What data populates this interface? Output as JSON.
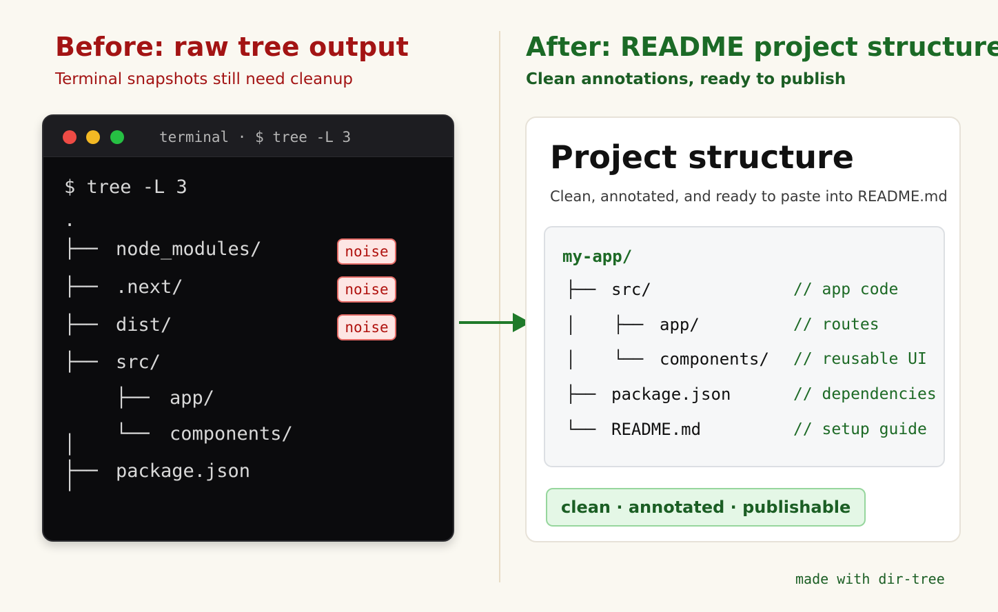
{
  "left": {
    "title": "Before: raw tree output",
    "subtitle": "Terminal snapshots still need cleanup"
  },
  "right": {
    "title": "After: README project structure",
    "subtitle": "Clean annotations, ready to publish"
  },
  "terminal": {
    "window_title": "terminal · $ tree -L 3",
    "command": "$ tree -L 3",
    "root": ".",
    "noise_label": "noise",
    "entries": [
      {
        "branch": "├──",
        "name": "node_modules/",
        "noise": true
      },
      {
        "branch": "├──",
        "name": ".next/",
        "noise": true
      },
      {
        "branch": "├──",
        "name": "dist/",
        "noise": true
      },
      {
        "branch": "├──",
        "name": "src/",
        "noise": false
      },
      {
        "branch": "├──",
        "name": "app/",
        "noise": false
      },
      {
        "branch": "└──",
        "name": "components/",
        "noise": false
      },
      {
        "branch": "└──",
        "name": "package.json",
        "noise": false
      }
    ]
  },
  "card": {
    "title": "Project structure",
    "subtitle": "Clean, annotated, and ready to paste into README.md",
    "root": "my-app/",
    "entries": [
      {
        "branch": "├──",
        "name": "src/",
        "comment": "// app code"
      },
      {
        "branch": "├──",
        "name": "app/",
        "comment": "// routes"
      },
      {
        "branch": "└──",
        "name": "components/",
        "comment": "// reusable UI"
      },
      {
        "branch": "├──",
        "name": "package.json",
        "comment": "// dependencies"
      },
      {
        "branch": "└──",
        "name": "README.md",
        "comment": "// setup guide"
      }
    ],
    "badge": "clean · annotated · publishable"
  },
  "footer": "made with dir-tree",
  "colors": {
    "background": "#faf8f1",
    "before_red": "#a31414",
    "after_green": "#1b6a26",
    "terminal_bg": "#0b0b0d",
    "arrow": "#1f7a2a"
  }
}
